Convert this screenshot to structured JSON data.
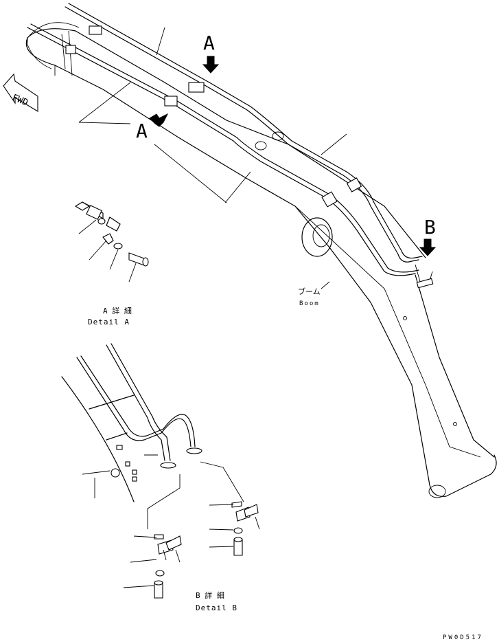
{
  "labels": {
    "fwd": "FWD",
    "view_a_top": "A",
    "view_a_mid": "A",
    "view_b": "B",
    "boom_jp": "ブーム",
    "boom_en": "Boom",
    "detail_a_jp": "A 詳 細",
    "detail_a_en": "Detail A",
    "detail_b_jp": "B 詳 細",
    "detail_b_en": "Detail B",
    "drawing_code": "PW0D517"
  },
  "icons": {
    "view_arrow": "down-arrow-icon",
    "fwd_arrow": "left-arrow-icon"
  }
}
